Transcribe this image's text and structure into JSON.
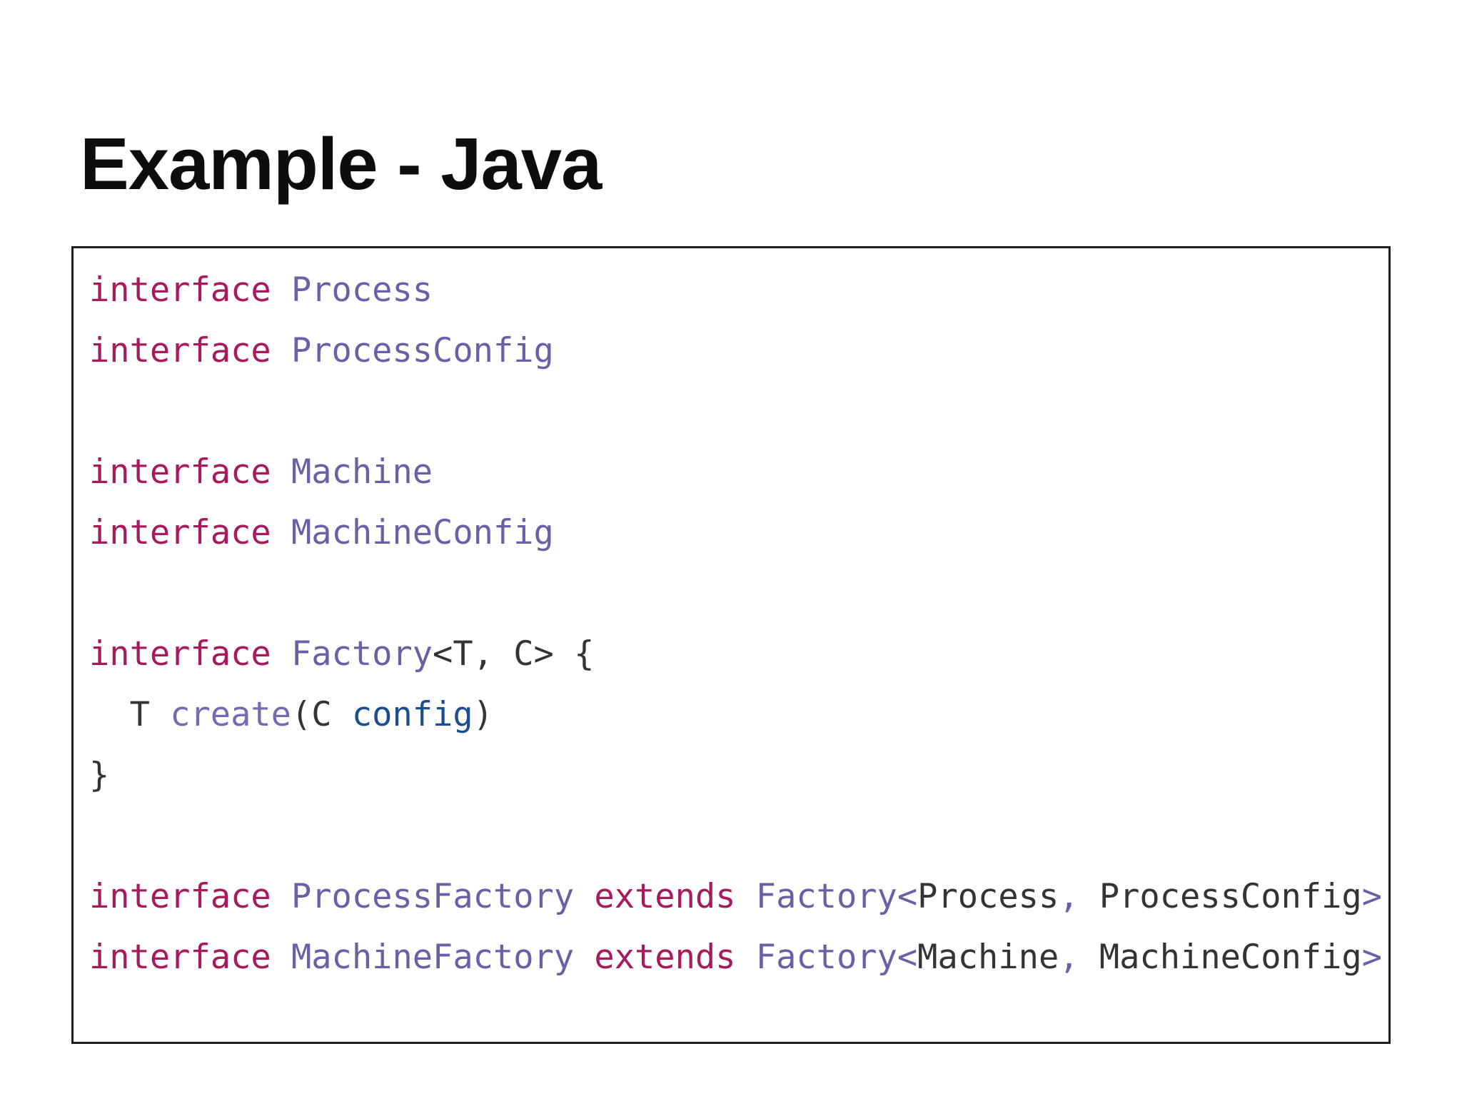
{
  "title": "Example - Java",
  "palette": {
    "keyword": "#a81a5c",
    "type": "#6c5fa8",
    "method": "#7769b4",
    "param": "#1d4e8c",
    "punct": "#6c5fa8",
    "plain": "#333338"
  },
  "code": {
    "language": "java",
    "lines": [
      {
        "tokens": [
          {
            "text": "interface",
            "style": "keyword"
          },
          {
            "text": " ",
            "style": "plain"
          },
          {
            "text": "Process",
            "style": "type"
          }
        ]
      },
      {
        "tokens": [
          {
            "text": "interface",
            "style": "keyword"
          },
          {
            "text": " ",
            "style": "plain"
          },
          {
            "text": "ProcessConfig",
            "style": "type"
          }
        ]
      },
      {
        "tokens": []
      },
      {
        "tokens": [
          {
            "text": "interface",
            "style": "keyword"
          },
          {
            "text": " ",
            "style": "plain"
          },
          {
            "text": "Machine",
            "style": "type"
          }
        ]
      },
      {
        "tokens": [
          {
            "text": "interface",
            "style": "keyword"
          },
          {
            "text": " ",
            "style": "plain"
          },
          {
            "text": "MachineConfig",
            "style": "type"
          }
        ]
      },
      {
        "tokens": []
      },
      {
        "tokens": [
          {
            "text": "interface",
            "style": "keyword"
          },
          {
            "text": " ",
            "style": "plain"
          },
          {
            "text": "Factory",
            "style": "type"
          },
          {
            "text": "<T, C> {",
            "style": "plain"
          }
        ]
      },
      {
        "tokens": [
          {
            "text": "  T ",
            "style": "plain"
          },
          {
            "text": "create",
            "style": "method"
          },
          {
            "text": "(C ",
            "style": "plain"
          },
          {
            "text": "config",
            "style": "param"
          },
          {
            "text": ")",
            "style": "plain"
          }
        ]
      },
      {
        "tokens": [
          {
            "text": "}",
            "style": "plain"
          }
        ]
      },
      {
        "tokens": []
      },
      {
        "tokens": [
          {
            "text": "interface",
            "style": "keyword"
          },
          {
            "text": " ",
            "style": "plain"
          },
          {
            "text": "ProcessFactory",
            "style": "type"
          },
          {
            "text": " ",
            "style": "plain"
          },
          {
            "text": "extends",
            "style": "keyword"
          },
          {
            "text": " ",
            "style": "plain"
          },
          {
            "text": "Factory",
            "style": "type"
          },
          {
            "text": "<",
            "style": "punct"
          },
          {
            "text": "Process",
            "style": "plain"
          },
          {
            "text": ",",
            "style": "punct"
          },
          {
            "text": " ProcessConfig",
            "style": "plain"
          },
          {
            "text": ">",
            "style": "punct"
          }
        ]
      },
      {
        "tokens": [
          {
            "text": "interface",
            "style": "keyword"
          },
          {
            "text": " ",
            "style": "plain"
          },
          {
            "text": "MachineFactory",
            "style": "type"
          },
          {
            "text": " ",
            "style": "plain"
          },
          {
            "text": "extends",
            "style": "keyword"
          },
          {
            "text": " ",
            "style": "plain"
          },
          {
            "text": "Factory",
            "style": "type"
          },
          {
            "text": "<",
            "style": "punct"
          },
          {
            "text": "Machine",
            "style": "plain"
          },
          {
            "text": ",",
            "style": "punct"
          },
          {
            "text": " MachineConfig",
            "style": "plain"
          },
          {
            "text": ">",
            "style": "punct"
          }
        ]
      }
    ]
  }
}
